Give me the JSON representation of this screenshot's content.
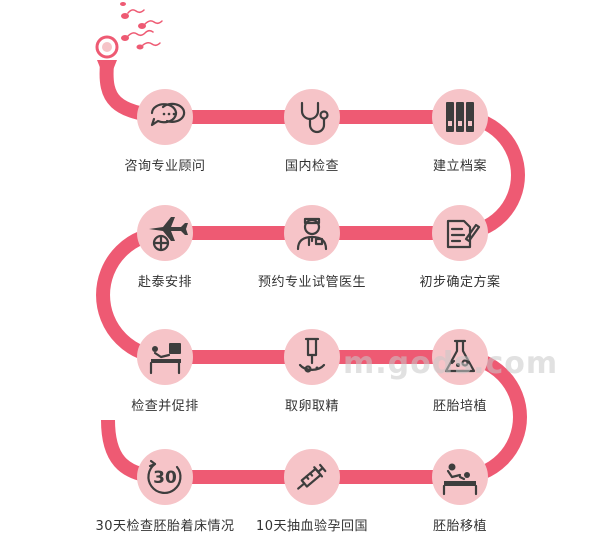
{
  "colors": {
    "path": "#ee5a73",
    "circle": "#f6c4c8",
    "icon": "#3d3d3d",
    "label": "#333333"
  },
  "steps": [
    {
      "label": "咨询专业顾问",
      "icon": "chat-bubble-icon"
    },
    {
      "label": "国内检查",
      "icon": "stethoscope-icon"
    },
    {
      "label": "建立档案",
      "icon": "binders-icon"
    },
    {
      "label": "初步确定方案",
      "icon": "document-pen-icon"
    },
    {
      "label": "预约专业试管医生",
      "icon": "doctor-icon"
    },
    {
      "label": "赴泰安排",
      "icon": "airplane-globe-icon"
    },
    {
      "label": "检查并促排",
      "icon": "patient-exam-icon"
    },
    {
      "label": "取卵取精",
      "icon": "syringe-egg-icon"
    },
    {
      "label": "胚胎培植",
      "icon": "flask-icon"
    },
    {
      "label": "胚胎移植",
      "icon": "transfer-procedure-icon"
    },
    {
      "label": "10天抽血验孕回国",
      "icon": "syringe-icon"
    },
    {
      "label": "30天检查胚胎着床情况",
      "icon": "30-day-clock-icon"
    }
  ],
  "watermark": "m.gods.com"
}
